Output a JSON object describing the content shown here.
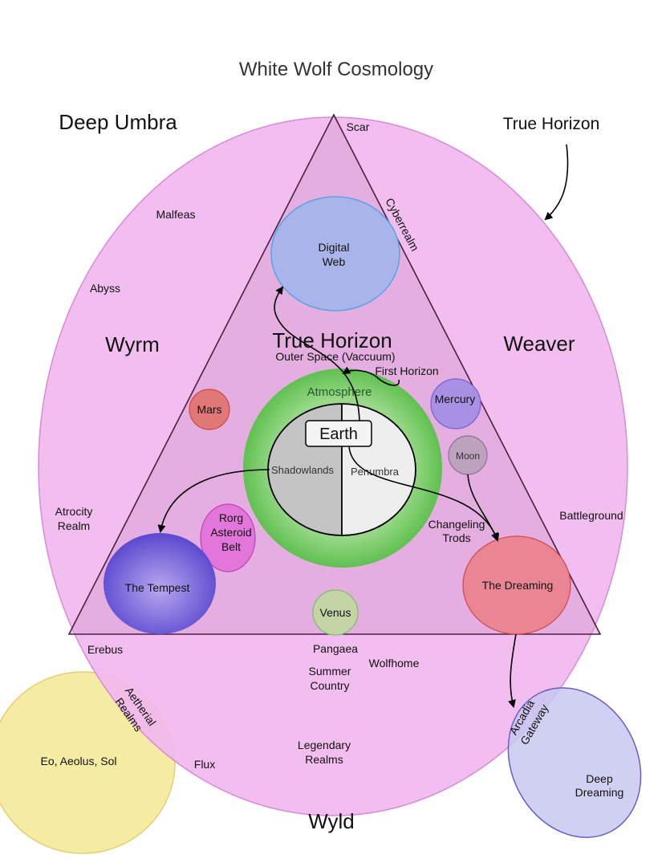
{
  "title": "White Wolf Cosmology",
  "regions": {
    "deep_umbra": "Deep Umbra",
    "true_horizon_outer": "True Horizon",
    "true_horizon_inner": "True Horizon",
    "wyrm": "Wyrm",
    "weaver": "Weaver",
    "wyld": "Wyld"
  },
  "labels": {
    "scar": "Scar",
    "cyberrealm": "Cyberrealm",
    "malfeas": "Malfeas",
    "abyss": "Abyss",
    "outer_space": "Outer Space (Vaccuum)",
    "first_horizon": "First Horizon",
    "atmosphere": "Atmosphere",
    "earth": "Earth",
    "shadowlands": "Shadowlands",
    "penumbra": "Penumbra",
    "atrocity_1": "Atrocity",
    "atrocity_2": "Realm",
    "battleground": "Battleground",
    "changeling_1": "Changeling",
    "changeling_2": "Trods",
    "erebus": "Erebus",
    "pangaea": "Pangaea",
    "wolfhome": "Wolfhome",
    "summer_1": "Summer",
    "summer_2": "Country",
    "legendary_1": "Legendary",
    "legendary_2": "Realms",
    "flux": "Flux",
    "aetherial_1": "Aetherial",
    "aetherial_2": "Realms",
    "eo": "Eo, Aeolus, Sol",
    "arcadia_1": "Arcadia",
    "arcadia_2": "Gateway",
    "deep_dreaming_1": "Deep",
    "deep_dreaming_2": "Dreaming"
  },
  "bodies": {
    "digital_web_1": "Digital",
    "digital_web_2": "Web",
    "mars": "Mars",
    "mercury": "Mercury",
    "moon": "Moon",
    "rorg_1": "Rorg",
    "rorg_2": "Asteroid",
    "rorg_3": "Belt",
    "tempest": "The Tempest",
    "venus": "Venus",
    "dreaming": "The Dreaming"
  },
  "colors": {
    "deep_umbra": "#f0b8ee",
    "triangle": "#dca6d8",
    "atmosphere": "#6cc860",
    "digital_web": "#a8b4ea",
    "tempest": "#7464d8",
    "dreaming": "#e88492",
    "aetherial": "#f5eca4",
    "deep_dreaming": "#c8c8f0"
  }
}
